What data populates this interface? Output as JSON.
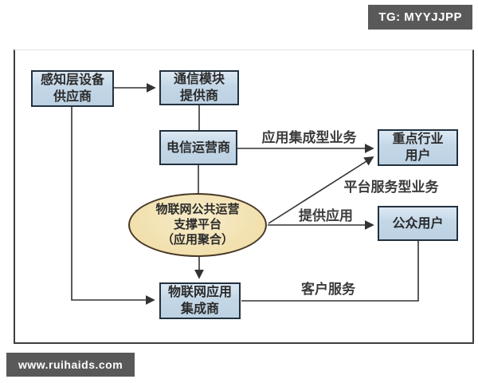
{
  "watermarks": {
    "telegram_badge": "TG: MYYJJPP",
    "website_badge": "www.ruihaids.com"
  },
  "diagram": {
    "nodes": {
      "perception_device_supplier": {
        "label": "感知层设备\n供应商"
      },
      "comm_module_provider": {
        "label": "通信模块\n提供商"
      },
      "telecom_operator": {
        "label": "电信运营商"
      },
      "iot_platform": {
        "label": "物联网公共运营\n支撑平台\n（应用聚合）"
      },
      "key_industry_users": {
        "label": "重点行业\n用户"
      },
      "public_users": {
        "label": "公众用户"
      },
      "iot_app_integrator": {
        "label": "物联网应用\n集成商"
      }
    },
    "edge_labels": {
      "app_integration_business": "应用集成型业务",
      "platform_service_business": "平台服务型业务",
      "provide_application": "提供应用",
      "customer_service": "客户服务"
    }
  },
  "colors": {
    "node_fill": "#c3d7e7",
    "node_border": "#22313f",
    "ellipse_fill": "#f1dfab",
    "ellipse_border": "#473826",
    "connector_line": "#333333",
    "badge_background": "#595959",
    "badge_text": "#ffffff"
  }
}
